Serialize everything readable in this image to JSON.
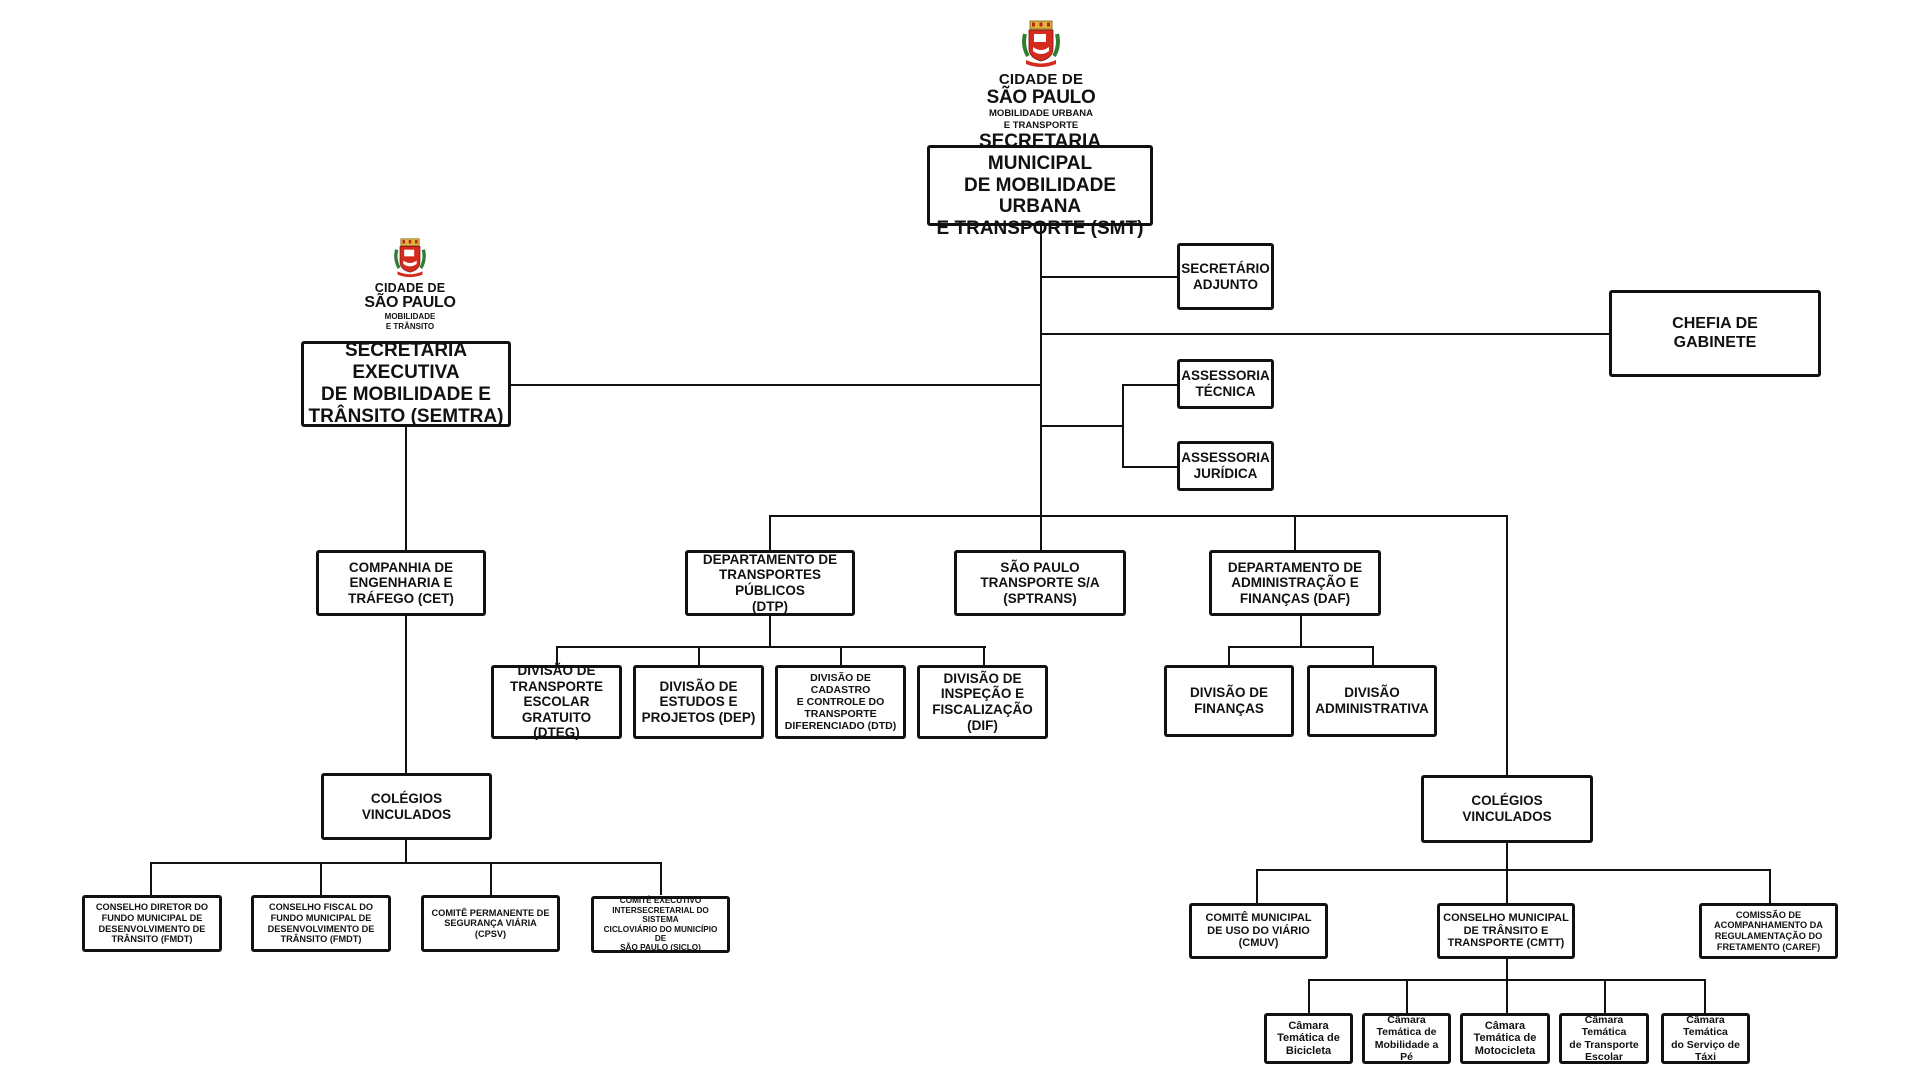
{
  "logos": {
    "smt": {
      "line1": "CIDADE DE",
      "line2": "SÃO PAULO",
      "line3": "MOBILIDADE URBANA",
      "line4": "E TRANSPORTE",
      "icon": "sao-paulo-coat-of-arms-icon"
    },
    "semtra": {
      "line1": "CIDADE DE",
      "line2": "SÃO PAULO",
      "line3": "MOBILIDADE",
      "line4": "E TRÂNSITO",
      "icon": "sao-paulo-coat-of-arms-icon"
    }
  },
  "colors": {
    "line": "#111111",
    "crest_red": "#d52b1e",
    "crest_gold": "#e3b43a",
    "crest_green": "#2e7d32"
  },
  "units": {
    "smt": "SECRETARIA MUNICIPAL\nDE MOBILIDADE URBANA\nE TRANSPORTE (SMT)",
    "secretario_adjunto": "SECRETÁRIO\nADJUNTO",
    "chefia_gabinete": "CHEFIA DE\nGABINETE",
    "assessoria_tecnica": "ASSESSORIA\nTÉCNICA",
    "assessoria_juridica": "ASSESSORIA\nJURÍDICA",
    "semtra": "SECRETARIA EXECUTIVA\nDE MOBILIDADE E\nTRÂNSITO (SEMTRA)",
    "cet": "COMPANHIA DE\nENGENHARIA E\nTRÁFEGO (CET)",
    "dtp": "DEPARTAMENTO DE\nTRANSPORTES PÚBLICOS\n(DTP)",
    "sptrans": "SÃO PAULO\nTRANSPORTE S/A\n(SPTRANS)",
    "daf": "DEPARTAMENTO DE\nADMINISTRAÇÃO E\nFINANÇAS (DAF)",
    "dteg": "DIVISÃO DE\nTRANSPORTE\nESCOLAR\nGRATUITO (DTEG)",
    "dep": "DIVISÃO DE\nESTUDOS E\nPROJETOS (DEP)",
    "dtd": "DIVISÃO DE CADASTRO\nE CONTROLE DO\nTRANSPORTE\nDIFERENCIADO (DTD)",
    "dif": "DIVISÃO DE\nINSPEÇÃO E\nFISCALIZAÇÃO (DIF)",
    "div_financas": "DIVISÃO DE\nFINANÇAS",
    "div_administrativa": "DIVISÃO\nADMINISTRATIVA",
    "colegios_left": "COLÉGIOS\nVINCULADOS",
    "colegios_right": "COLÉGIOS\nVINCULADOS",
    "fmdt_diretor": "CONSELHO DIRETOR DO\nFUNDO MUNICIPAL DE\nDESENVOLVIMENTO DE\nTRÂNSITO (FMDT)",
    "fmdt_fiscal": "CONSELHO FISCAL DO\nFUNDO MUNICIPAL DE\nDESENVOLVIMENTO DE\nTRÂNSITO (FMDT)",
    "cpsv": "COMITÊ PERMANENTE DE\nSEGURANÇA VIÁRIA\n(CPSV)",
    "siclo": "COMITÊ EXECUTIVO\nINTERSECRETARIAL DO SISTEMA\nCICLOVIÁRIO DO MUNICÍPIO DE\nSÃO PAULO (SICLO)",
    "cmuv": "COMITÊ MUNICIPAL\nDE USO DO VIÁRIO\n(CMUV)",
    "cmtt": "CONSELHO MUNICIPAL\nDE TRÂNSITO E\nTRANSPORTE (CMTT)",
    "caref": "COMISSÃO DE\nACOMPANHAMENTO DA\nREGULAMENTAÇÃO DO\nFRETAMENTO (CAREF)",
    "ct_bicicleta": "Câmara\nTemática de\nBicicleta",
    "ct_mobilidade_pe": "Câmara\nTemática de\nMobilidade a Pé",
    "ct_motocicleta": "Câmara\nTemática de\nMotocicleta",
    "ct_transporte_escolar": "Câmara Temática\nde Transporte\nEscolar",
    "ct_taxi": "Câmara Temática\ndo Serviço de\nTáxi"
  }
}
